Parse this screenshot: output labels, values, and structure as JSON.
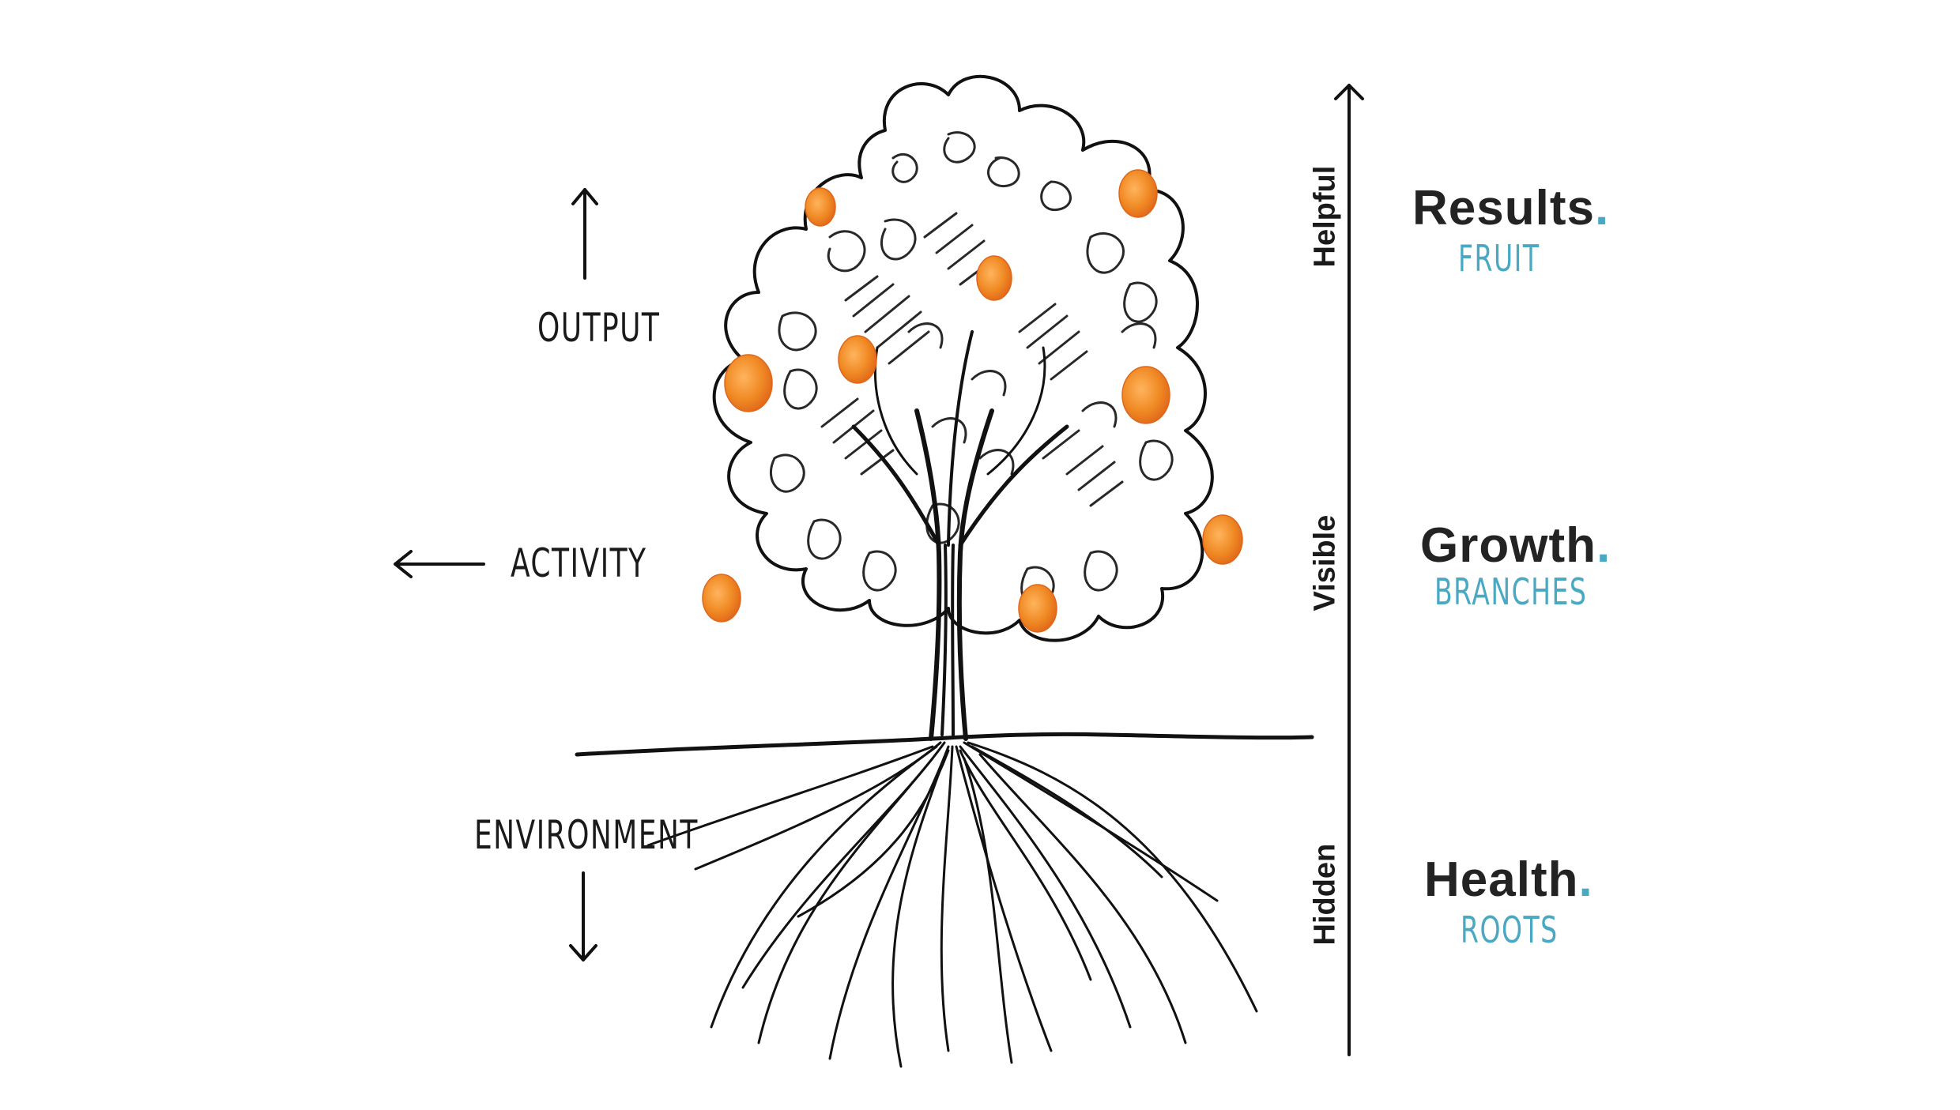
{
  "left_labels": {
    "output": "OUTPUT",
    "activity": "ACTIVITY",
    "environment": "ENVIRONMENT"
  },
  "axis": {
    "helpful": "Helpful",
    "visible": "Visible",
    "hidden": "Hidden"
  },
  "levels": [
    {
      "title": "Results",
      "dot": ".",
      "subtitle": "FRUIT"
    },
    {
      "title": "Growth",
      "dot": ".",
      "subtitle": "BRANCHES"
    },
    {
      "title": "Health",
      "dot": ".",
      "subtitle": "ROOTS"
    }
  ],
  "colors": {
    "accent": "#4aa9c2",
    "fruit": "#f08a24",
    "ink": "#1a1a1a"
  }
}
